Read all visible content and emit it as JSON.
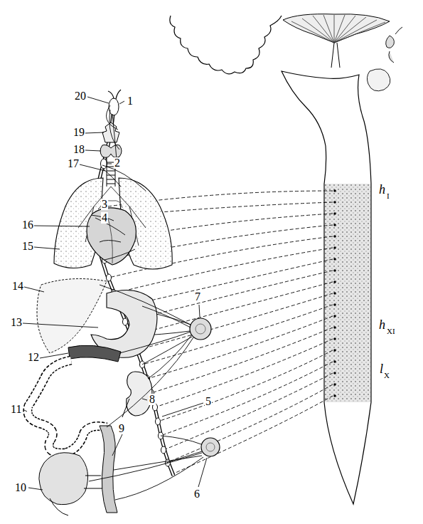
{
  "diagram": {
    "labels": [
      "1",
      "2",
      "3",
      "4",
      "5",
      "6",
      "7",
      "8",
      "9",
      "10",
      "11",
      "12",
      "13",
      "14",
      "15",
      "16",
      "17",
      "18",
      "19",
      "20",
      "h",
      "I",
      "h",
      "XI",
      "l",
      "X"
    ]
  }
}
